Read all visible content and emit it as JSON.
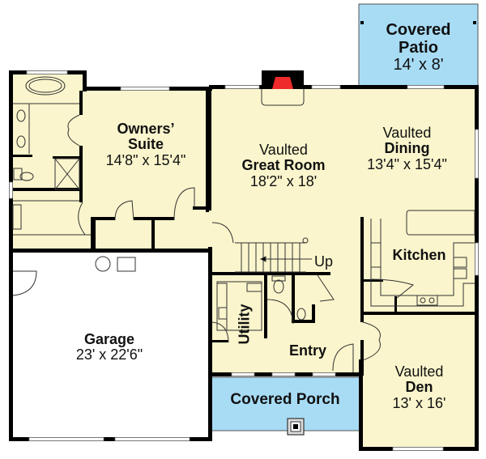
{
  "plan": {
    "colors": {
      "interior": "#faf5cc",
      "porch_patio": "#a8dcf5",
      "garage": "#ffffff",
      "wall": "#000000",
      "fireplace": "#ee2a2a"
    },
    "rooms": {
      "covered_patio": {
        "name_line1": "Covered",
        "name_line2": "Patio",
        "size": "14' x 8'"
      },
      "owners_suite": {
        "name_line1": "Owners’",
        "name_line2": "Suite",
        "size": "14'8\" x 15'4\""
      },
      "great_room": {
        "prefix": "Vaulted",
        "name": "Great Room",
        "size": "18'2\" x 18'"
      },
      "dining": {
        "prefix": "Vaulted",
        "name": "Dining",
        "size": "13'4\" x 15'4\""
      },
      "kitchen": {
        "name": "Kitchen"
      },
      "garage": {
        "name": "Garage",
        "size": "23' x 22'6\""
      },
      "utility": {
        "name": "Utility"
      },
      "entry": {
        "name": "Entry"
      },
      "covered_porch": {
        "name": "Covered Porch"
      },
      "den": {
        "prefix": "Vaulted",
        "name": "Den",
        "size": "13' x 16'"
      }
    },
    "stairs": {
      "label": "Up"
    }
  }
}
